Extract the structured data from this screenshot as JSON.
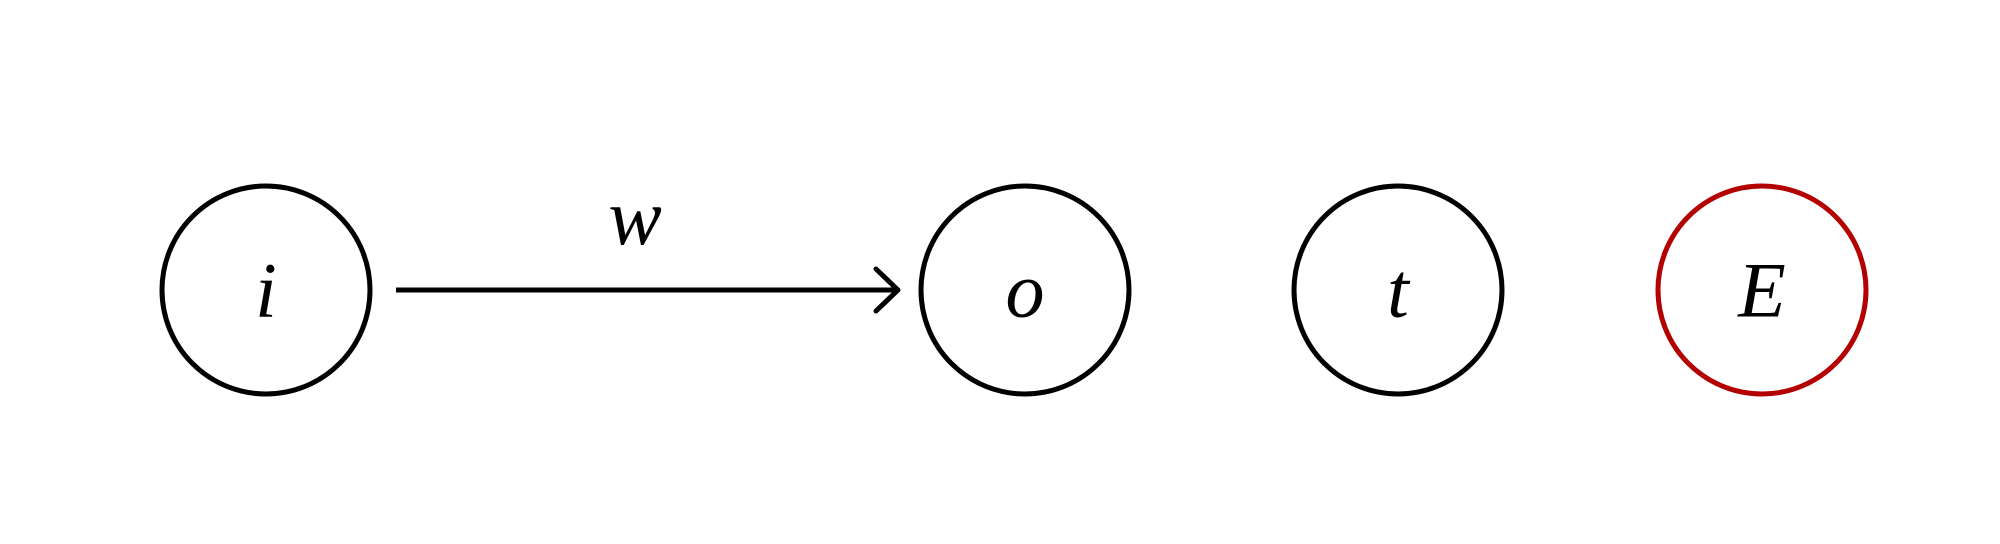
{
  "diagram": {
    "nodes": [
      {
        "id": "i",
        "label": "i",
        "stroke": "#000000"
      },
      {
        "id": "o",
        "label": "o",
        "stroke": "#000000"
      },
      {
        "id": "t",
        "label": "t",
        "stroke": "#000000"
      },
      {
        "id": "E",
        "label": "E",
        "stroke": "#b30000"
      }
    ],
    "edges": [
      {
        "from": "i",
        "to": "o",
        "label": "w",
        "directed": true
      }
    ]
  }
}
